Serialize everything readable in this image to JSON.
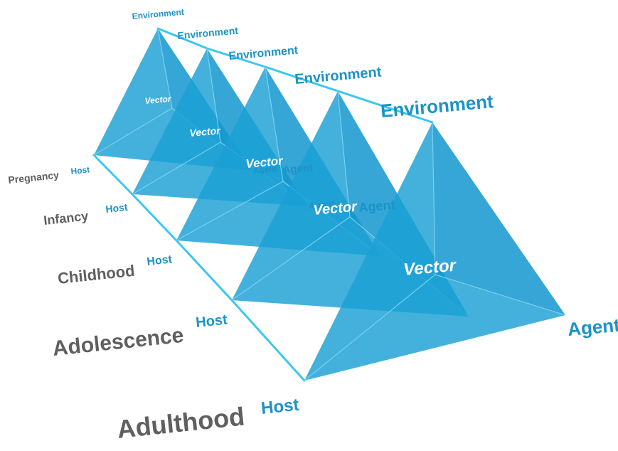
{
  "diagram": {
    "stages": [
      {
        "stage": "Pregnancy",
        "host": "Host",
        "environment": "Environment",
        "vector": "Vector",
        "agent": "Agent"
      },
      {
        "stage": "Infancy",
        "host": "Host",
        "environment": "Environment",
        "vector": "Vector",
        "agent": "Agent"
      },
      {
        "stage": "Childhood",
        "host": "Host",
        "environment": "Environment",
        "vector": "Vector",
        "agent": "Agent"
      },
      {
        "stage": "Adolescence",
        "host": "Host",
        "environment": "Environment",
        "vector": "Vector",
        "agent": "Agent"
      },
      {
        "stage": "Adulthood",
        "host": "Host",
        "environment": "Environment",
        "vector": "Vector",
        "agent": "Agent"
      }
    ]
  },
  "colors": {
    "pyramid_fill": "#1aa0d4",
    "pyramid_edge": "#7fd4f2",
    "connector_line": "#3cc7ef",
    "stage_label": "#5f5f5f",
    "blue_label": "#1c93c8",
    "vector_label": "#ffffff"
  }
}
